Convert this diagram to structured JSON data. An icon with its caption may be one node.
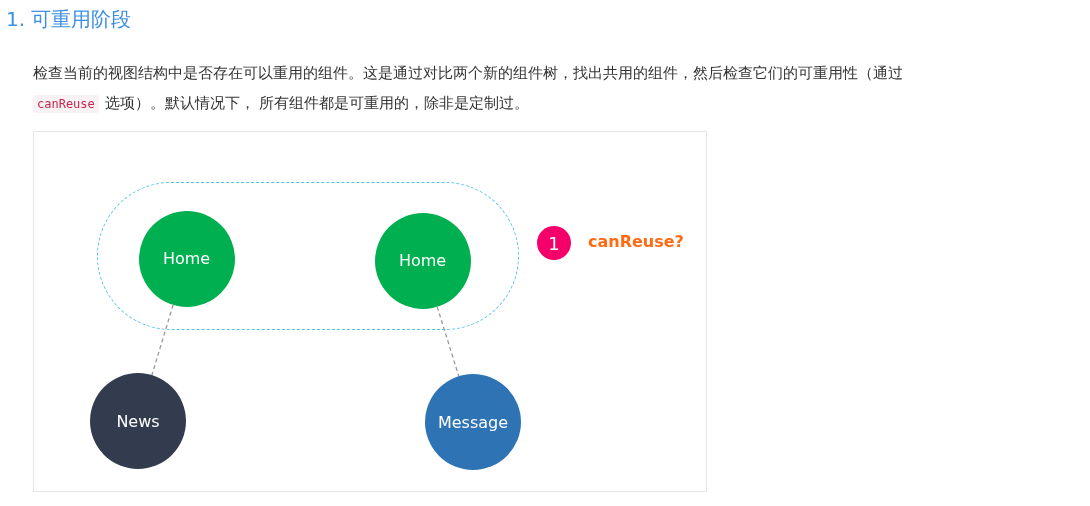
{
  "diagram": {
    "title": "1. 可重用阶段",
    "nodes": [
      {
        "text": [],
        "shape": "box"
      },
      {
        "text": [
          "Home"
        ],
        "in": 0
      },
      {
        "text": [
          "Home"
        ],
        "in": 0
      },
      {
        "text": [
          "News"
        ]
      },
      {
        "text": [
          "Message"
        ]
      },
      {
        "text": [
          "1"
        ],
        "beside": [
          "canReuse?"
        ]
      }
    ],
    "edges": [
      {
        "from": 1,
        "to": 3,
        "arrow": "none",
        "style": "dashed"
      },
      {
        "from": 2,
        "to": 4,
        "arrow": "none",
        "style": "dashed"
      }
    ],
    "labels": [
      "检查当前的视图结构中是否存在可以重用的组件。这是通过对比两个新的组件树，找出共用的组件，然后检查它们的可重用性（通过",
      "canReuse",
      "选项）。默认情况下， 所有组件都是可重用的，除非是定制过。"
    ]
  }
}
